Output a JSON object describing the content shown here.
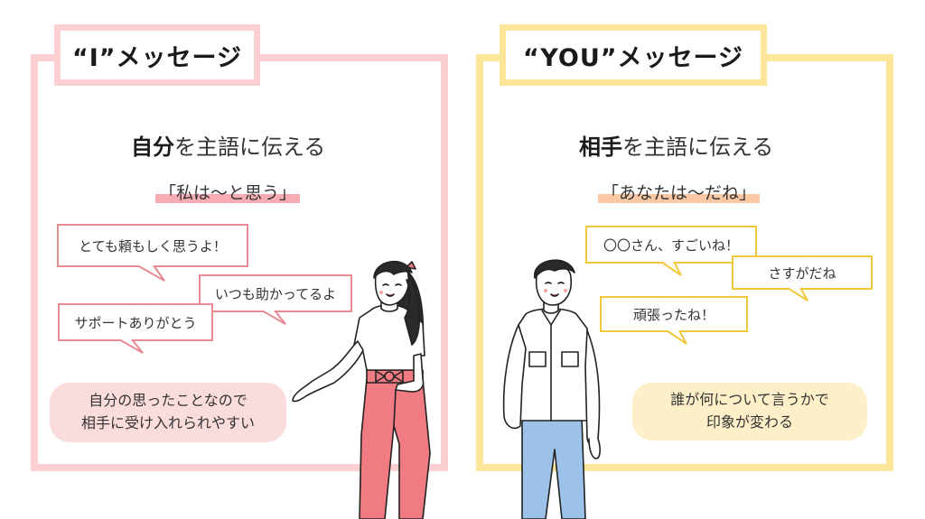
{
  "colors": {
    "i_frame": "#fccfd2",
    "i_accent": "#e88a93",
    "i_highlight": "#f5a3aa",
    "i_summary_bg": "#fbdcdc",
    "you_frame": "#fde59a",
    "you_accent": "#f1c83a",
    "you_highlight": "#f9c39a",
    "you_summary_bg": "#fdf0c8",
    "woman_pants": "#f07b82",
    "man_pants": "#9dc2ea"
  },
  "i_panel": {
    "title": "“I”メッセージ",
    "heading_bold": "自分",
    "heading_rest": "を主語に伝える",
    "phrase": "「私は〜と思う」",
    "bubbles": [
      "とても頼もしく思うよ！",
      "いつも助かってるよ",
      "サポートありがとう"
    ],
    "summary_line1": "自分の思ったことなので",
    "summary_line2": "相手に受け入れられやすい"
  },
  "you_panel": {
    "title": "“YOU”メッセージ",
    "heading_bold": "相手",
    "heading_rest": "を主語に伝える",
    "phrase": "「あなたは〜だね」",
    "bubbles": [
      "〇〇さん、すごいね！",
      "さすがだね",
      "頑張ったね！"
    ],
    "summary_line1": "誰が何について言うかで",
    "summary_line2": "印象が変わる"
  },
  "icons": [
    "woman-illustration",
    "man-illustration"
  ]
}
